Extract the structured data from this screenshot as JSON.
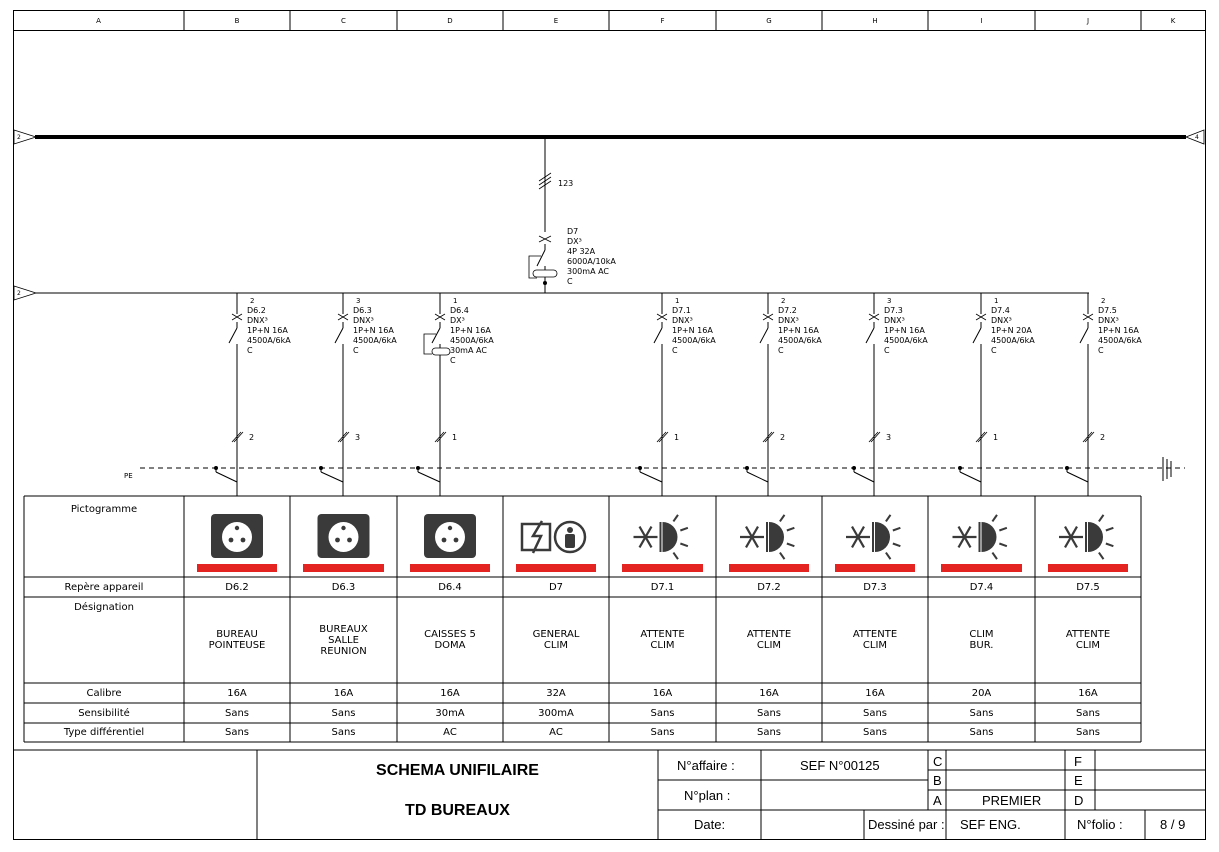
{
  "grid": {
    "columns": [
      "A",
      "B",
      "C",
      "D",
      "E",
      "F",
      "G",
      "H",
      "I",
      "J",
      "K"
    ]
  },
  "bus": {
    "left_ref": "2",
    "right_ref": "4",
    "feeder_ref": "2",
    "pe_label": "PE"
  },
  "main_breaker": {
    "cable_label": "123",
    "label_lines": [
      "D7",
      "DX³",
      "4P 32A",
      "6000A/10kA",
      "300mA AC",
      "C"
    ]
  },
  "breakers": [
    {
      "phase": "2",
      "lines": [
        "D6.2",
        "DNX³",
        "1P+N 16A",
        "4500A/6kA",
        "C"
      ],
      "rcd": false,
      "cable": "2"
    },
    {
      "phase": "3",
      "lines": [
        "D6.3",
        "DNX³",
        "1P+N 16A",
        "4500A/6kA",
        "C"
      ],
      "rcd": false,
      "cable": "3"
    },
    {
      "phase": "1",
      "lines": [
        "D6.4",
        "DX³",
        "1P+N 16A",
        "4500A/6kA",
        "30mA AC",
        "C"
      ],
      "rcd": true,
      "cable": "1"
    },
    {
      "phase": "1",
      "lines": [
        "D7.1",
        "DNX³",
        "1P+N 16A",
        "4500A/6kA",
        "C"
      ],
      "rcd": false,
      "cable": "1"
    },
    {
      "phase": "2",
      "lines": [
        "D7.2",
        "DNX³",
        "1P+N 16A",
        "4500A/6kA",
        "C"
      ],
      "rcd": false,
      "cable": "2"
    },
    {
      "phase": "3",
      "lines": [
        "D7.3",
        "DNX³",
        "1P+N 16A",
        "4500A/6kA",
        "C"
      ],
      "rcd": false,
      "cable": "3"
    },
    {
      "phase": "1",
      "lines": [
        "D7.4",
        "DNX³",
        "1P+N 20A",
        "4500A/6kA",
        "C"
      ],
      "rcd": false,
      "cable": "1"
    },
    {
      "phase": "2",
      "lines": [
        "D7.5",
        "DNX³",
        "1P+N 16A",
        "4500A/6kA",
        "C"
      ],
      "rcd": false,
      "cable": "2"
    }
  ],
  "table": {
    "row_labels": {
      "pictogramme": "Pictogramme",
      "repere": "Repère appareil",
      "designation": "Désignation",
      "calibre": "Calibre",
      "sensibilite": "Sensibilité",
      "type": "Type différentiel"
    },
    "columns": [
      {
        "icon": "socket-icon",
        "repere": "D6.2",
        "designation": "BUREAU\nPOINTEUSE",
        "calibre": "16A",
        "sensibilite": "Sans",
        "type": "Sans"
      },
      {
        "icon": "socket-icon",
        "repere": "D6.3",
        "designation": "BUREAUX\nSALLE\nREUNION",
        "calibre": "16A",
        "sensibilite": "Sans",
        "type": "Sans"
      },
      {
        "icon": "socket-icon",
        "repere": "D6.4",
        "designation": "CAISSES 5\nDOMA",
        "calibre": "16A",
        "sensibilite": "30mA",
        "type": "AC"
      },
      {
        "icon": "differential-protection-icon",
        "repere": "D7",
        "designation": "GENERAL\nCLIM",
        "calibre": "32A",
        "sensibilite": "300mA",
        "type": "AC"
      },
      {
        "icon": "hvac-icon",
        "repere": "D7.1",
        "designation": "ATTENTE\nCLIM",
        "calibre": "16A",
        "sensibilite": "Sans",
        "type": "Sans"
      },
      {
        "icon": "hvac-icon",
        "repere": "D7.2",
        "designation": "ATTENTE\nCLIM",
        "calibre": "16A",
        "sensibilite": "Sans",
        "type": "Sans"
      },
      {
        "icon": "hvac-icon",
        "repere": "D7.3",
        "designation": "ATTENTE\nCLIM",
        "calibre": "16A",
        "sensibilite": "Sans",
        "type": "Sans"
      },
      {
        "icon": "hvac-icon",
        "repere": "D7.4",
        "designation": "CLIM\nBUR.",
        "calibre": "20A",
        "sensibilite": "Sans",
        "type": "Sans"
      },
      {
        "icon": "hvac-icon",
        "repere": "D7.5",
        "designation": "ATTENTE\nCLIM",
        "calibre": "16A",
        "sensibilite": "Sans",
        "type": "Sans"
      }
    ]
  },
  "title_block": {
    "title": "SCHEMA UNIFILAIRE",
    "subtitle": "TD BUREAUX",
    "affaire_label": "N°affaire :",
    "affaire_value": "SEF N°00125",
    "plan_label": "N°plan :",
    "date_label": "Date:",
    "dessine_label": "Dessiné par :",
    "dessine_value": "SEF ENG.",
    "folio_label": "N°folio :",
    "folio_value": "8 / 9",
    "rev_left": [
      "C",
      "B",
      "A"
    ],
    "rev_left_desc": [
      "",
      "",
      "PREMIER"
    ],
    "rev_right": [
      "F",
      "E",
      "D"
    ]
  },
  "colors": {
    "line": "#000000",
    "icon_fill": "#3a3a3a",
    "accent_bar": "#e32421"
  }
}
